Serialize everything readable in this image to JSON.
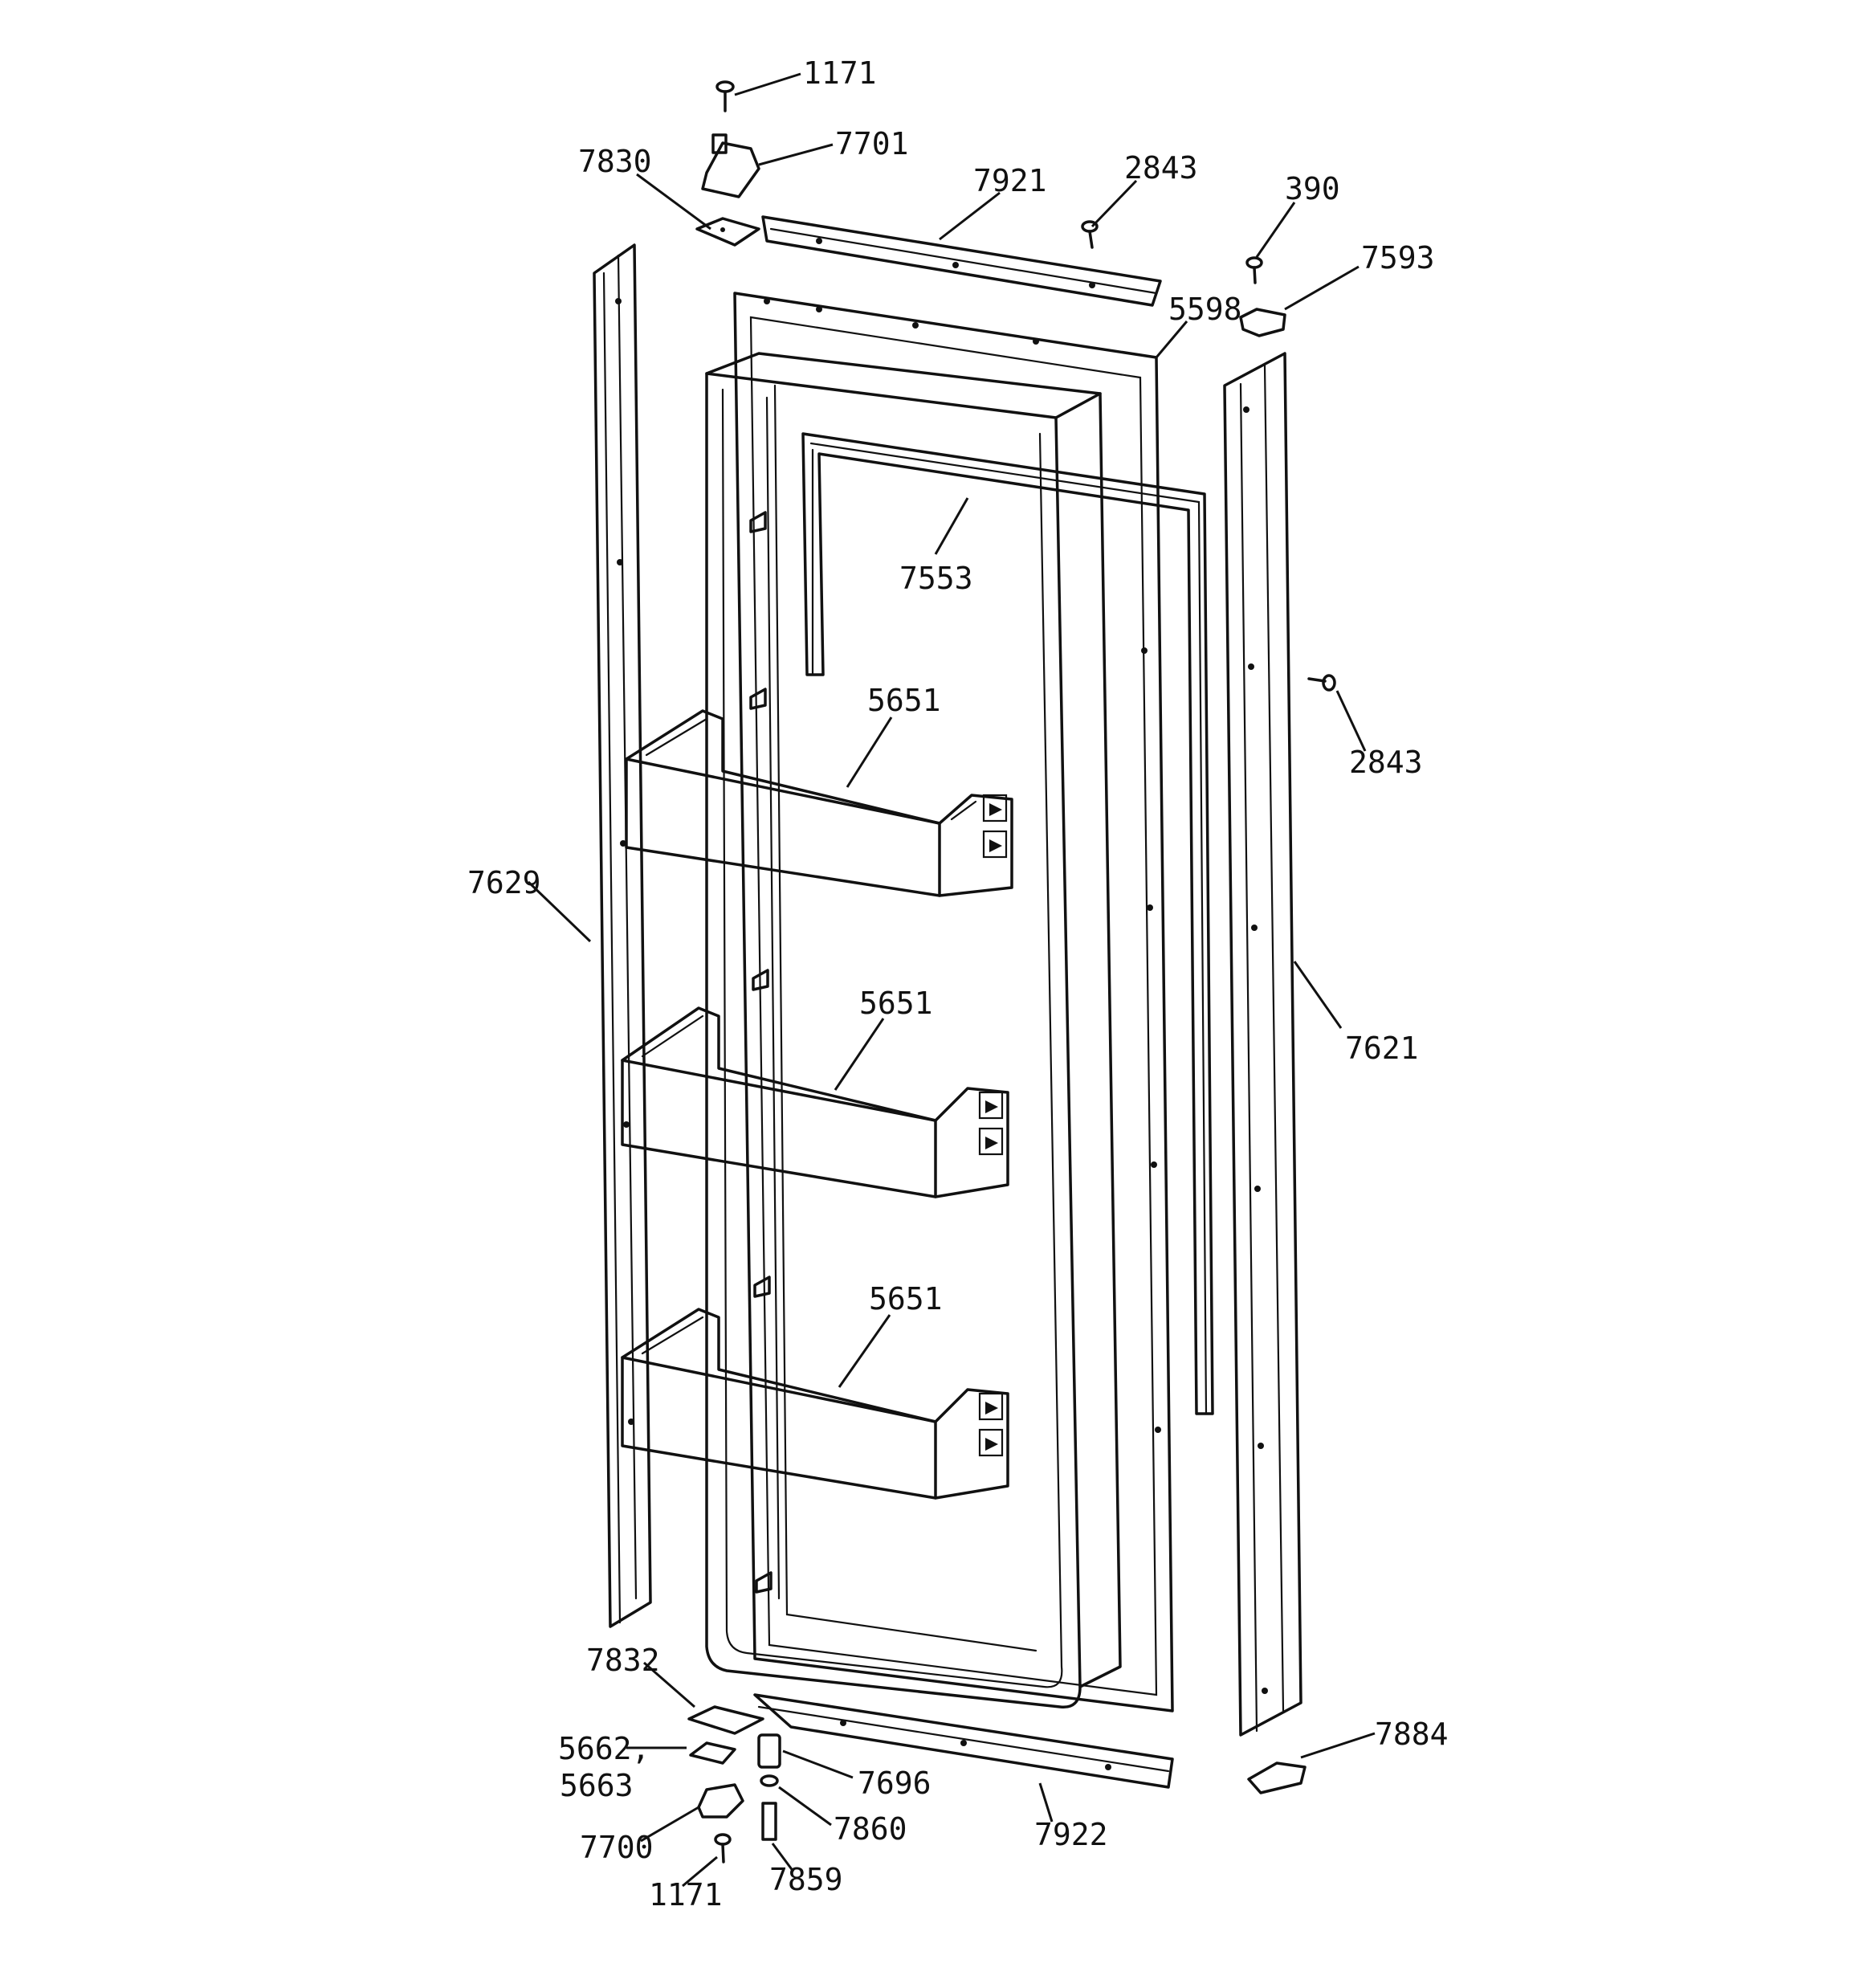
{
  "diagram": {
    "callouts": [
      {
        "id": "c1171-top",
        "text": "1171"
      },
      {
        "id": "c7701",
        "text": "7701"
      },
      {
        "id": "c7830",
        "text": "7830"
      },
      {
        "id": "c7921",
        "text": "7921"
      },
      {
        "id": "c2843-top",
        "text": "2843"
      },
      {
        "id": "c390",
        "text": "390"
      },
      {
        "id": "c7593",
        "text": "7593"
      },
      {
        "id": "c5598",
        "text": "5598"
      },
      {
        "id": "c7553",
        "text": "7553"
      },
      {
        "id": "c2843-right",
        "text": "2843"
      },
      {
        "id": "c5651-a",
        "text": "5651"
      },
      {
        "id": "c7629",
        "text": "7629"
      },
      {
        "id": "c5651-b",
        "text": "5651"
      },
      {
        "id": "c7621",
        "text": "7621"
      },
      {
        "id": "c5651-c",
        "text": "5651"
      },
      {
        "id": "c7832",
        "text": "7832"
      },
      {
        "id": "c5662",
        "text": "5662,"
      },
      {
        "id": "c5663",
        "text": "5663"
      },
      {
        "id": "c7696",
        "text": "7696"
      },
      {
        "id": "c7884",
        "text": "7884"
      },
      {
        "id": "c7700",
        "text": "7700"
      },
      {
        "id": "c7860",
        "text": "7860"
      },
      {
        "id": "c7922",
        "text": "7922"
      },
      {
        "id": "c1171-bot",
        "text": "1171"
      },
      {
        "id": "c7859",
        "text": "7859"
      }
    ]
  }
}
